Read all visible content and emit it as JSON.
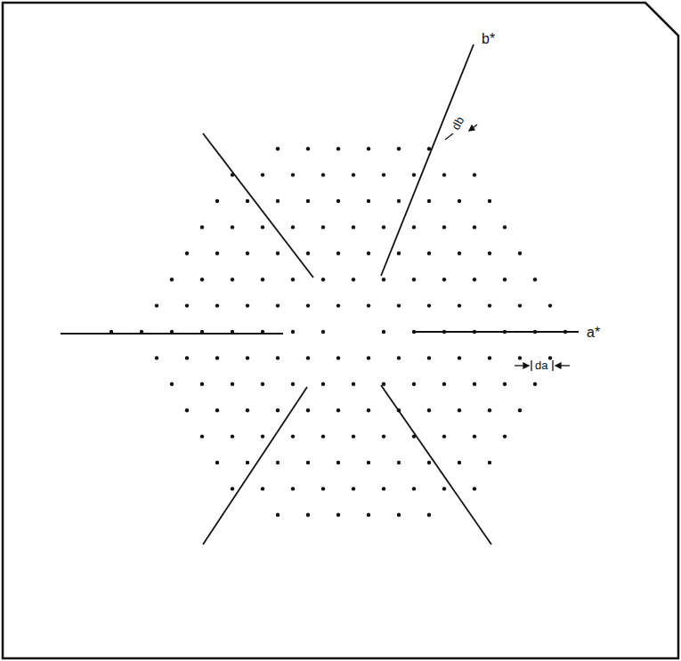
{
  "diagram": {
    "labels": [
      "b*",
      "a*",
      "db",
      "da"
    ]
  }
}
